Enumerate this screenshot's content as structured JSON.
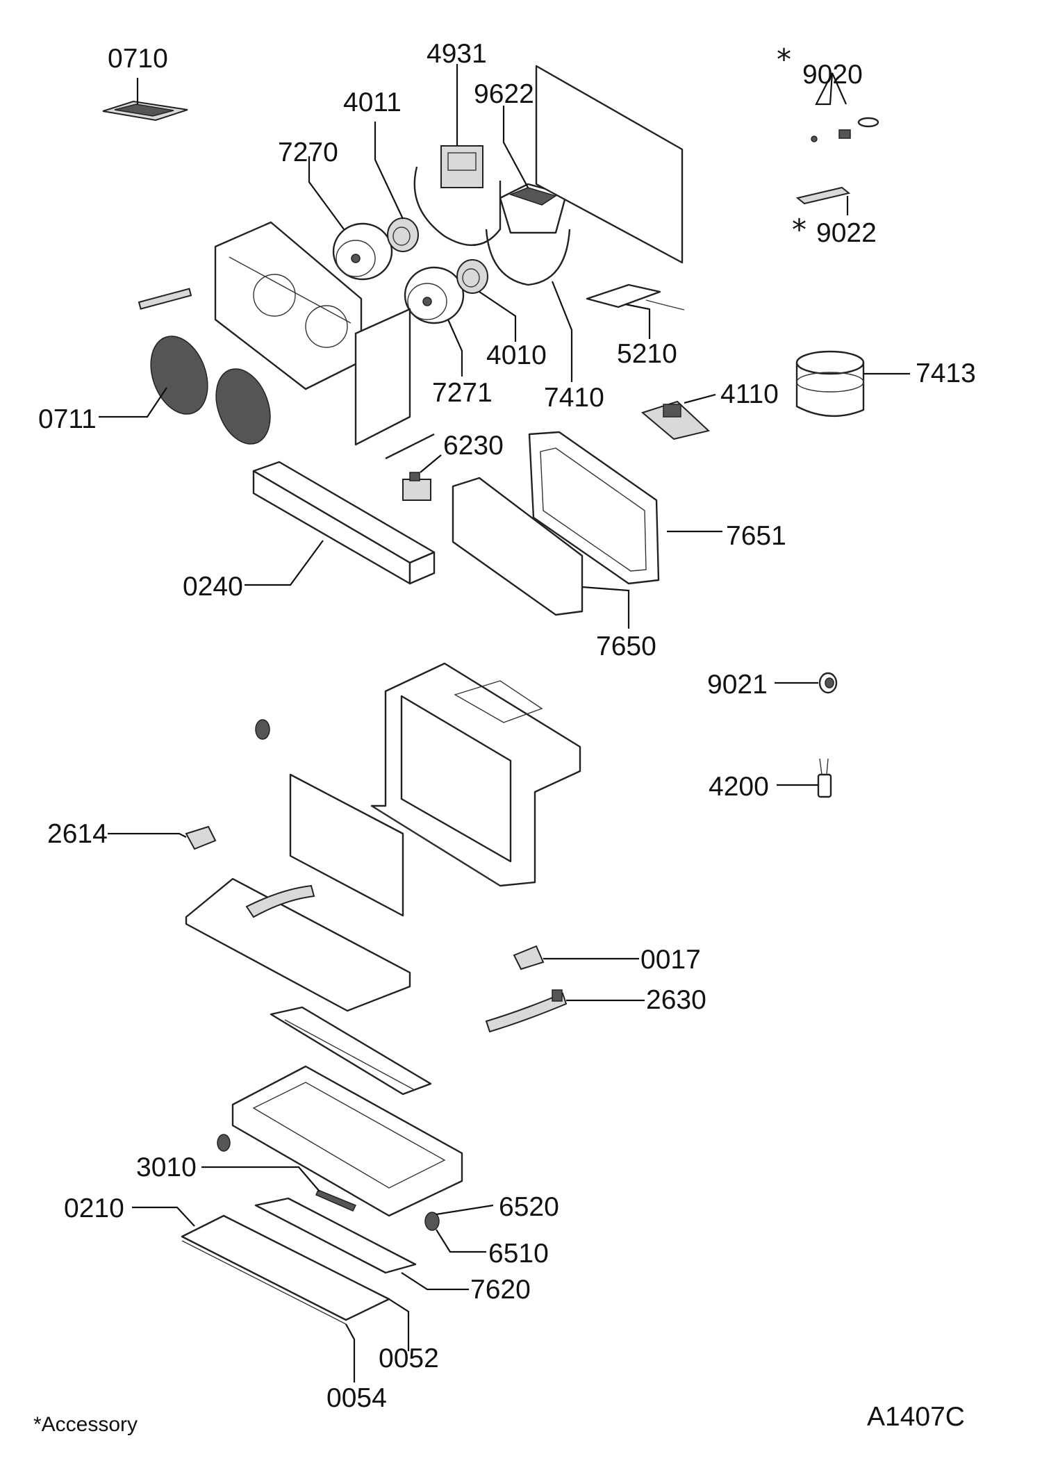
{
  "labels": {
    "l0710": "0710",
    "l4931": "4931",
    "l9622": "9622",
    "l9020": "9020",
    "l4011": "4011",
    "l7270": "7270",
    "l9022": "9022",
    "l4010": "4010",
    "l5210": "5210",
    "l7271": "7271",
    "l7410": "7410",
    "l7413": "7413",
    "l4110": "4110",
    "l0711": "0711",
    "l6230": "6230",
    "l7651": "7651",
    "l0240": "0240",
    "l7650": "7650",
    "l9021": "9021",
    "l4200": "4200",
    "l2614": "2614",
    "l0017": "0017",
    "l2630": "2630",
    "l3010": "3010",
    "l0210": "0210",
    "l6520": "6520",
    "l6510": "6510",
    "l7620": "7620",
    "l0052": "0052",
    "l0054": "0054"
  },
  "accessory_mark": "*",
  "footer": {
    "accessory_note": "*Accessory",
    "drawing_code": "A1407C"
  }
}
